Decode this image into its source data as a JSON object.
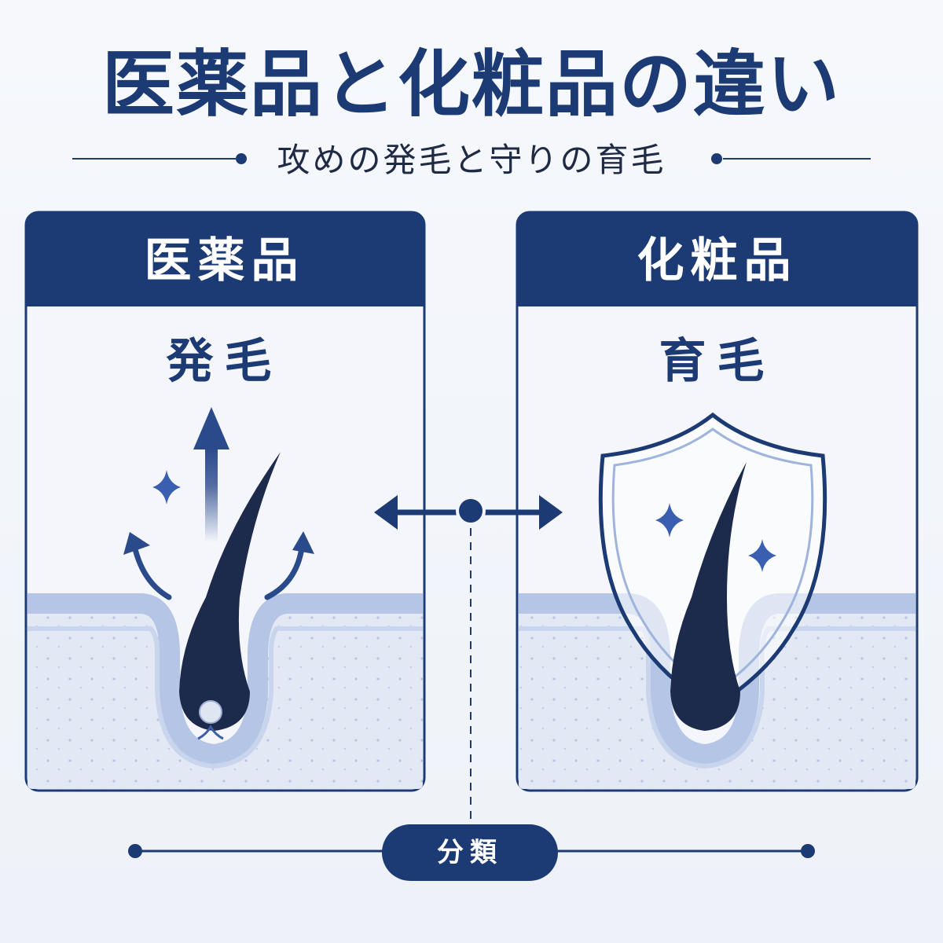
{
  "title": "医薬品と化粧品の違い",
  "subtitle": "攻めの発毛と守りの育毛",
  "left_card": {
    "header": "医薬品",
    "effect": "発毛"
  },
  "right_card": {
    "header": "化粧品",
    "effect": "育毛"
  },
  "classification_label": "分類",
  "colors": {
    "navy": "#1c3a74",
    "dark_hair": "#1c2a4c",
    "skin": "#e6ebf5",
    "skin_edge": "#a9bbe0",
    "background": "#f4f6fb"
  }
}
